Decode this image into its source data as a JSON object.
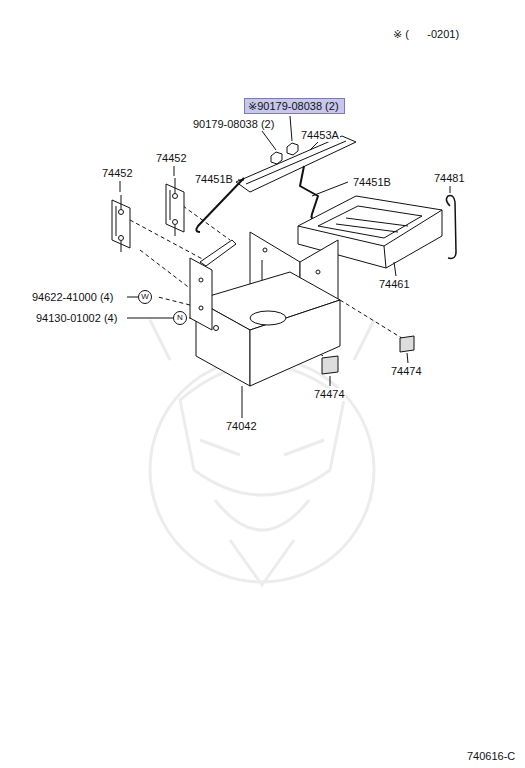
{
  "diagram": {
    "nodes": [
      {
        "text": [
          "※90179-08038 (2)"
        ]
      },
      {
        "text": [
          "W"
        ]
      },
      {
        "text": [
          "N"
        ]
      }
    ],
    "labels": [
      "※ (      -0201)",
      "90179-08038 (2)",
      "74453A",
      "74452",
      "74452",
      "74451B",
      "74451B",
      "74481",
      "94622-41000 (4)",
      "94130-01002 (4)",
      "74461",
      "74042",
      "74474",
      "74474",
      "740616-C"
    ]
  }
}
